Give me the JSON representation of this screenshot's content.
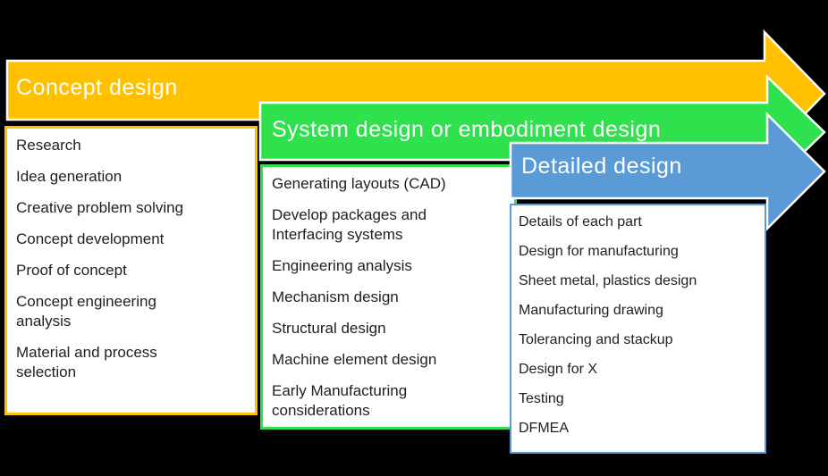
{
  "colors": {
    "background": "#000000",
    "box_fill": "#FFFFFF",
    "title_text": "#FFFFFF",
    "item_text": "#1F1F1F",
    "arrow_outline": "#FFFFFF"
  },
  "stages": [
    {
      "title": "Concept design",
      "color": "#FFC000",
      "items": [
        "Research",
        "Idea generation",
        "Creative problem solving",
        "Concept development",
        "Proof of concept",
        "Concept engineering\nanalysis",
        "Material and process\nselection"
      ]
    },
    {
      "title": "System design or embodiment design",
      "color": "#2FE24D",
      "items": [
        "Generating layouts (CAD)",
        "Develop packages and\nInterfacing systems",
        "Engineering analysis",
        "Mechanism design",
        "Structural design",
        "Machine element design",
        "Early Manufacturing\nconsiderations"
      ]
    },
    {
      "title": "Detailed design",
      "color": "#5B9BD5",
      "items": [
        "Details of each part",
        "Design for manufacturing",
        "Sheet metal, plastics design",
        "Manufacturing drawing",
        "Tolerancing and stackup",
        "Design for X",
        "Testing",
        "DFMEA"
      ]
    }
  ]
}
